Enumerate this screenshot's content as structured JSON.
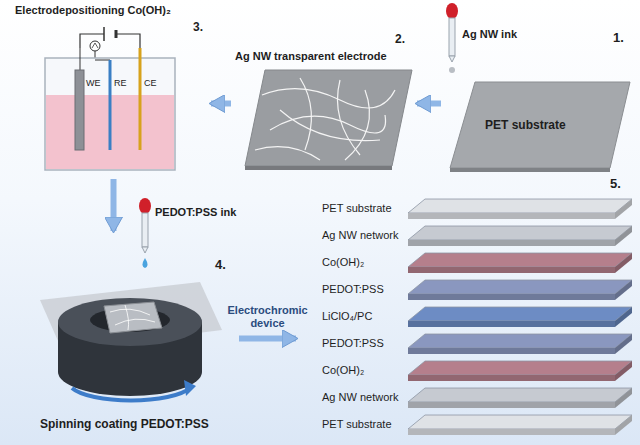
{
  "diagram": {
    "nodes": [
      {
        "text": [
          "1.",
          "PET substrate"
        ]
      },
      {
        "text": [
          "2.",
          "Ag NW transparent electrode"
        ]
      },
      {
        "text": [
          "Electrodepositioning Co(OH)₂",
          "3."
        ]
      },
      {
        "text": [
          "4.",
          "Spinning coating PEDOT:PSS"
        ]
      },
      {
        "text": [
          "5."
        ]
      },
      {
        "text": [
          "PET substrate"
        ],
        "in": 4
      },
      {
        "text": [
          "Ag NW network"
        ],
        "in": 4
      },
      {
        "text": [
          "Co(OH)₂"
        ],
        "in": 4
      },
      {
        "text": [
          "PEDOT:PSS"
        ],
        "in": 4
      },
      {
        "text": [
          "LiClO₄/PC"
        ],
        "in": 4
      },
      {
        "text": [
          "PEDOT:PSS"
        ],
        "in": 4
      },
      {
        "text": [
          "Co(OH)₂"
        ],
        "in": 4
      },
      {
        "text": [
          "Ag NW network"
        ],
        "in": 4
      },
      {
        "text": [
          "PET substrate"
        ],
        "in": 4
      }
    ],
    "edges": [
      {
        "from": 0,
        "to": 1,
        "arrow": "to"
      },
      {
        "from": 1,
        "to": 2,
        "arrow": "to"
      },
      {
        "from": 2,
        "to": 3,
        "arrow": "to"
      },
      {
        "from": 3,
        "to": 4,
        "label": "Electrochromic device",
        "arrow": "to"
      }
    ],
    "labels": [
      "Ag NW ink",
      "PEDOT:PSS ink",
      "WE",
      "RE",
      "CE"
    ]
  }
}
